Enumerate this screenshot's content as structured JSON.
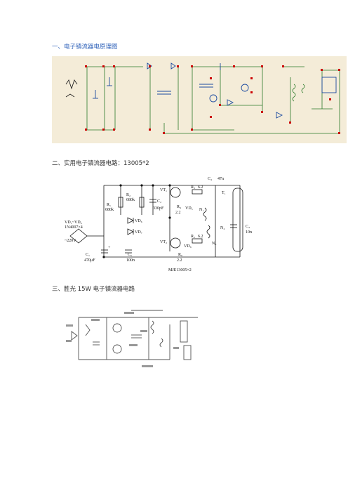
{
  "sections": [
    {
      "heading": "一、电子镇流器电原理图",
      "color": "#2b5fb8"
    },
    {
      "heading": "二、实用电子镇流器电路：13005*2",
      "color": "#333333"
    },
    {
      "heading": "三、胜光 15W 电子镇流器电路",
      "color": "#333333"
    }
  ],
  "figure2": {
    "labels": {
      "c4": "C₄",
      "c4_val": "47n",
      "t1": "T₁",
      "vt1": "VT₁",
      "r3": "R₃",
      "r3_val": "6.2",
      "r1": "R₁",
      "r1_val": "680k",
      "r2": "R₂",
      "r2_val": "680k",
      "c2": "C₂",
      "c2_val": "330pF",
      "vd5": "VD₅",
      "r4": "R₄",
      "r4_val": "2.2",
      "n1": "N₁",
      "vd_range": "VD₁~VD₄",
      "diode_model": "1N4007×4",
      "vd6": "VD₆",
      "vd7": "VD₇",
      "n2": "N₂",
      "c3": "C₃",
      "c3_val": "10n",
      "ac": "~220V",
      "plus": "+",
      "vt2": "VT₂",
      "r5": "R₅",
      "r5_val": "6.2",
      "vd8": "VD₈",
      "c1": "C₁",
      "c1_val": "470μF",
      "c5": "C₅",
      "c5_val": "100n",
      "r6": "R₆",
      "r6_val": "2.2",
      "n3": "N₃",
      "transistor_model": "MJE13005×2"
    }
  }
}
